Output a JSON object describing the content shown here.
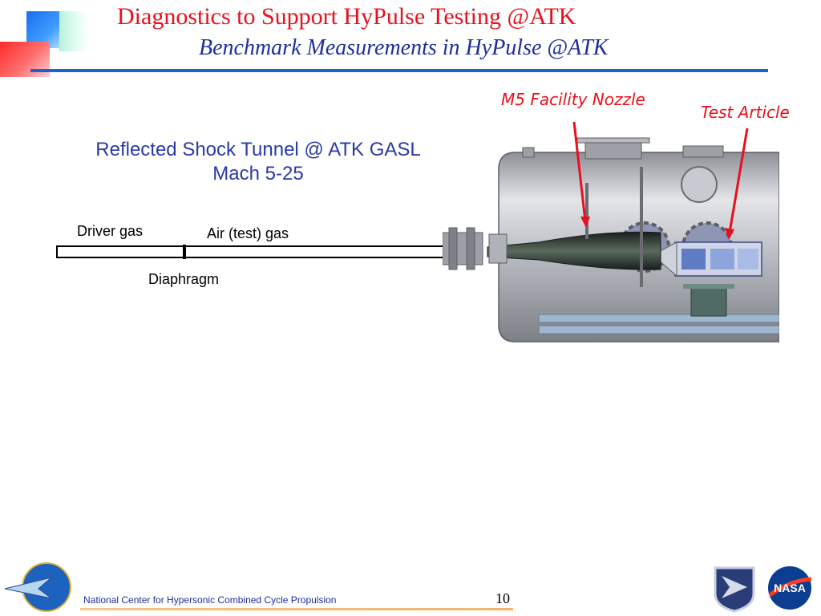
{
  "slide": {
    "title_line1": "Diagnostics to Support HyPulse Testing @ATK",
    "title_line2": "Benchmark Measurements in HyPulse @ATK",
    "callouts": {
      "nozzle": "M5 Facility Nozzle",
      "test_article": "Test Article"
    },
    "tunnel_heading": {
      "line1": "Reflected Shock Tunnel @ ATK GASL",
      "line2": "Mach 5-25"
    },
    "tube_labels": {
      "driver": "Driver gas",
      "air": "Air (test) gas",
      "diaphragm": "Diaphragm"
    }
  },
  "footer": {
    "org_name": "National Center for Hypersonic Combined Cycle Propulsion",
    "page_number": "10",
    "logos": [
      "center-globe-logo",
      "air-force-research-shield-logo",
      "nasa-meatball-logo"
    ]
  },
  "colors": {
    "title_red": "#e8101c",
    "subtitle_blue": "#1f2f9a",
    "rule_blue": "#1f5fd0",
    "heading_blue": "#2a3aa8",
    "callout_red": "#e8101c"
  }
}
